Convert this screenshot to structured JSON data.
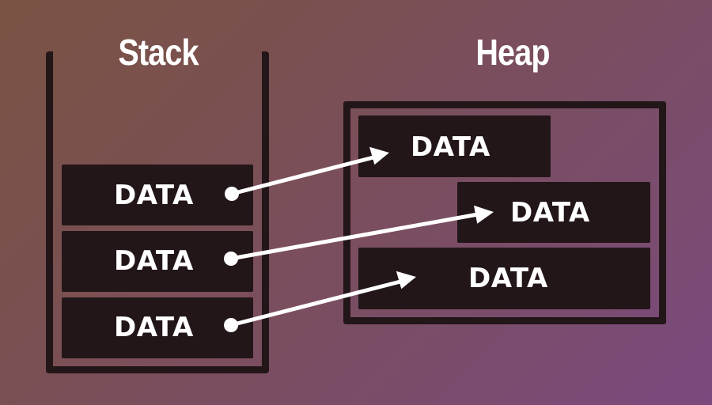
{
  "stack": {
    "title": "Stack",
    "items": [
      {
        "label": "DATA"
      },
      {
        "label": "DATA"
      },
      {
        "label": "DATA"
      }
    ]
  },
  "heap": {
    "title": "Heap",
    "items": [
      {
        "label": "DATA"
      },
      {
        "label": "DATA"
      },
      {
        "label": "DATA"
      }
    ]
  },
  "colors": {
    "block": "#231618",
    "text": "#ffffff",
    "arrow": "#ffffff"
  }
}
